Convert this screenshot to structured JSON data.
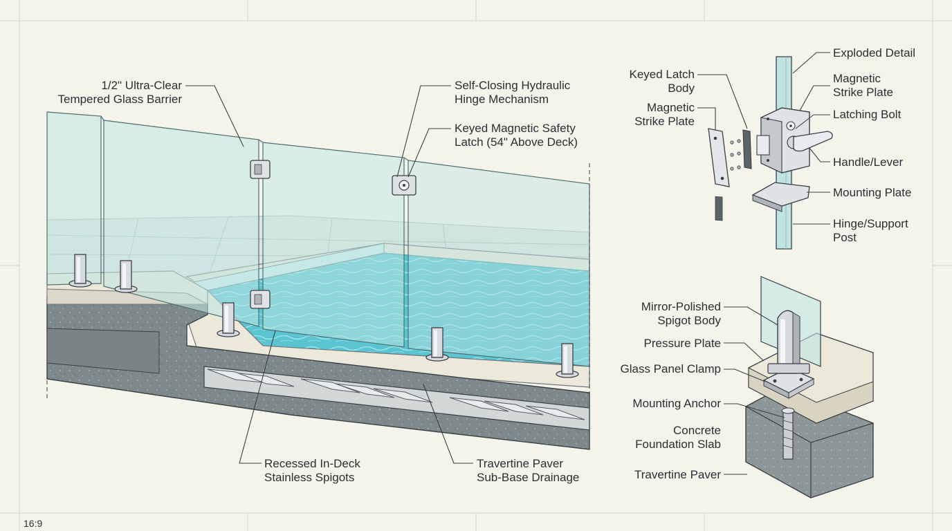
{
  "format_tag": "16:9",
  "colors": {
    "paper": "#f5f4ea",
    "grid": "#d6ddd4",
    "line": "#3a3f45",
    "glass": "#bfe5e2",
    "water": "#58c6d2",
    "concrete": "#7f8a8c",
    "paver": "#e6e2d4",
    "steel": "#cfd4d8"
  },
  "main_view": {
    "labels": {
      "glass_barrier": [
        "1/2\" Ultra-Clear",
        "Tempered Glass Barrier"
      ],
      "hinge": [
        "Self-Closing Hydraulic",
        "Hinge Mechanism"
      ],
      "latch": [
        "Keyed Magnetic Safety",
        "Latch (54\" Above Deck)"
      ],
      "spigots": [
        "Recessed In-Deck",
        "Stainless Spigots"
      ],
      "drainage": [
        "Travertine Paver",
        "Sub-Base Drainage"
      ]
    }
  },
  "latch_detail": {
    "labels": {
      "exploded": [
        "Exploded Detail"
      ],
      "strike_right": [
        "Magnetic",
        "Strike Plate"
      ],
      "latching_bolt": [
        "Latching Bolt"
      ],
      "handle": [
        "Handle/Lever"
      ],
      "mounting_plate": [
        "Mounting Plate"
      ],
      "post": [
        "Hinge/Support",
        "Post"
      ],
      "latch_body": [
        "Keyed Latch",
        "Body"
      ],
      "strike_left": [
        "Magnetic",
        "Strike Plate"
      ]
    }
  },
  "spigot_detail": {
    "labels": {
      "spigot_body": [
        "Mirror-Polished",
        "Spigot Body"
      ],
      "pressure_plate": [
        "Pressure Plate"
      ],
      "clamp": [
        "Glass Panel Clamp"
      ],
      "anchor": [
        "Mounting Anchor"
      ],
      "slab": [
        "Concrete",
        "Foundation Slab"
      ],
      "paver": [
        "Travertine Paver"
      ]
    }
  }
}
